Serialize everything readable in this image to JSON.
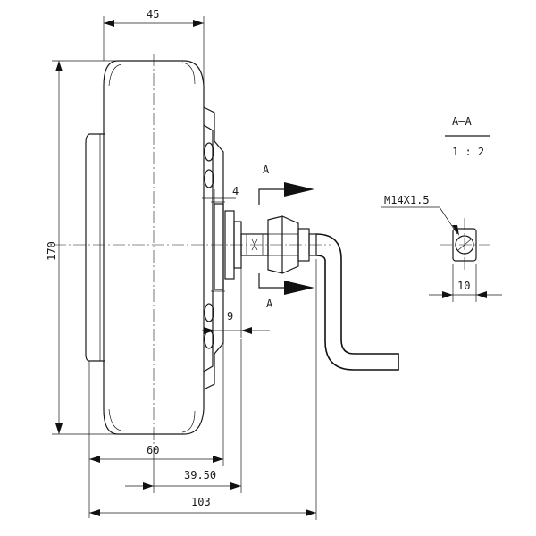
{
  "dimensions": {
    "tire_width": "45",
    "diameter": "170",
    "tire_offset": "4",
    "flange": "9",
    "hub": "60",
    "axle_offset": "39.50",
    "overall": "103",
    "flat": "10"
  },
  "section": {
    "marker_top": "A",
    "marker_bottom": "A",
    "title": "A—A",
    "scale": "1 : 2"
  },
  "thread_callout": "M14X1.5"
}
